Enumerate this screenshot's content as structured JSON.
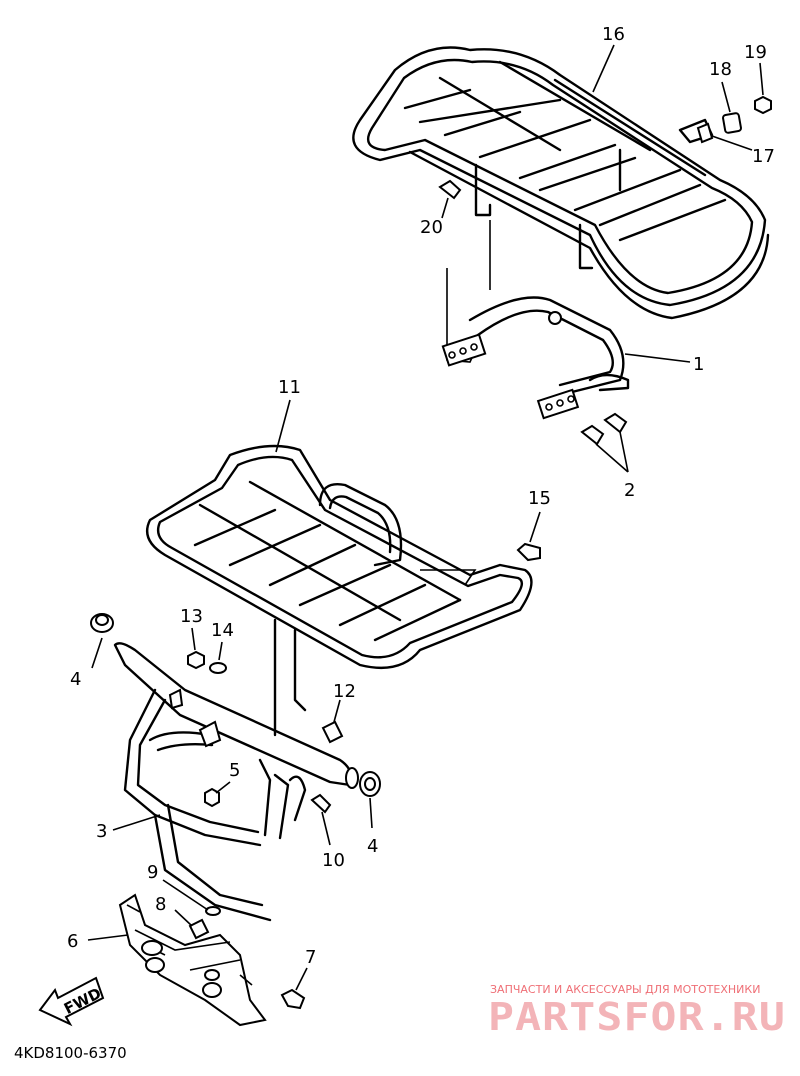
{
  "callouts": {
    "p1": "1",
    "p2": "2",
    "p3": "3",
    "p4a": "4",
    "p4b": "4",
    "p5": "5",
    "p6": "6",
    "p7": "7",
    "p8": "8",
    "p9": "9",
    "p10": "10",
    "p11": "11",
    "p12": "12",
    "p13": "13",
    "p14": "14",
    "p15": "15",
    "p16": "16",
    "p17": "17",
    "p18": "18",
    "p19": "19",
    "p20": "20"
  },
  "fwd_label": "FWD",
  "diagram_code": "4KD8100-6370",
  "watermark": {
    "tagline": "ЗАПЧАСТИ И АКСЕССУАРЫ ДЛЯ МОТОТЕХНИКИ",
    "site": "PARTSFOR.RU"
  }
}
